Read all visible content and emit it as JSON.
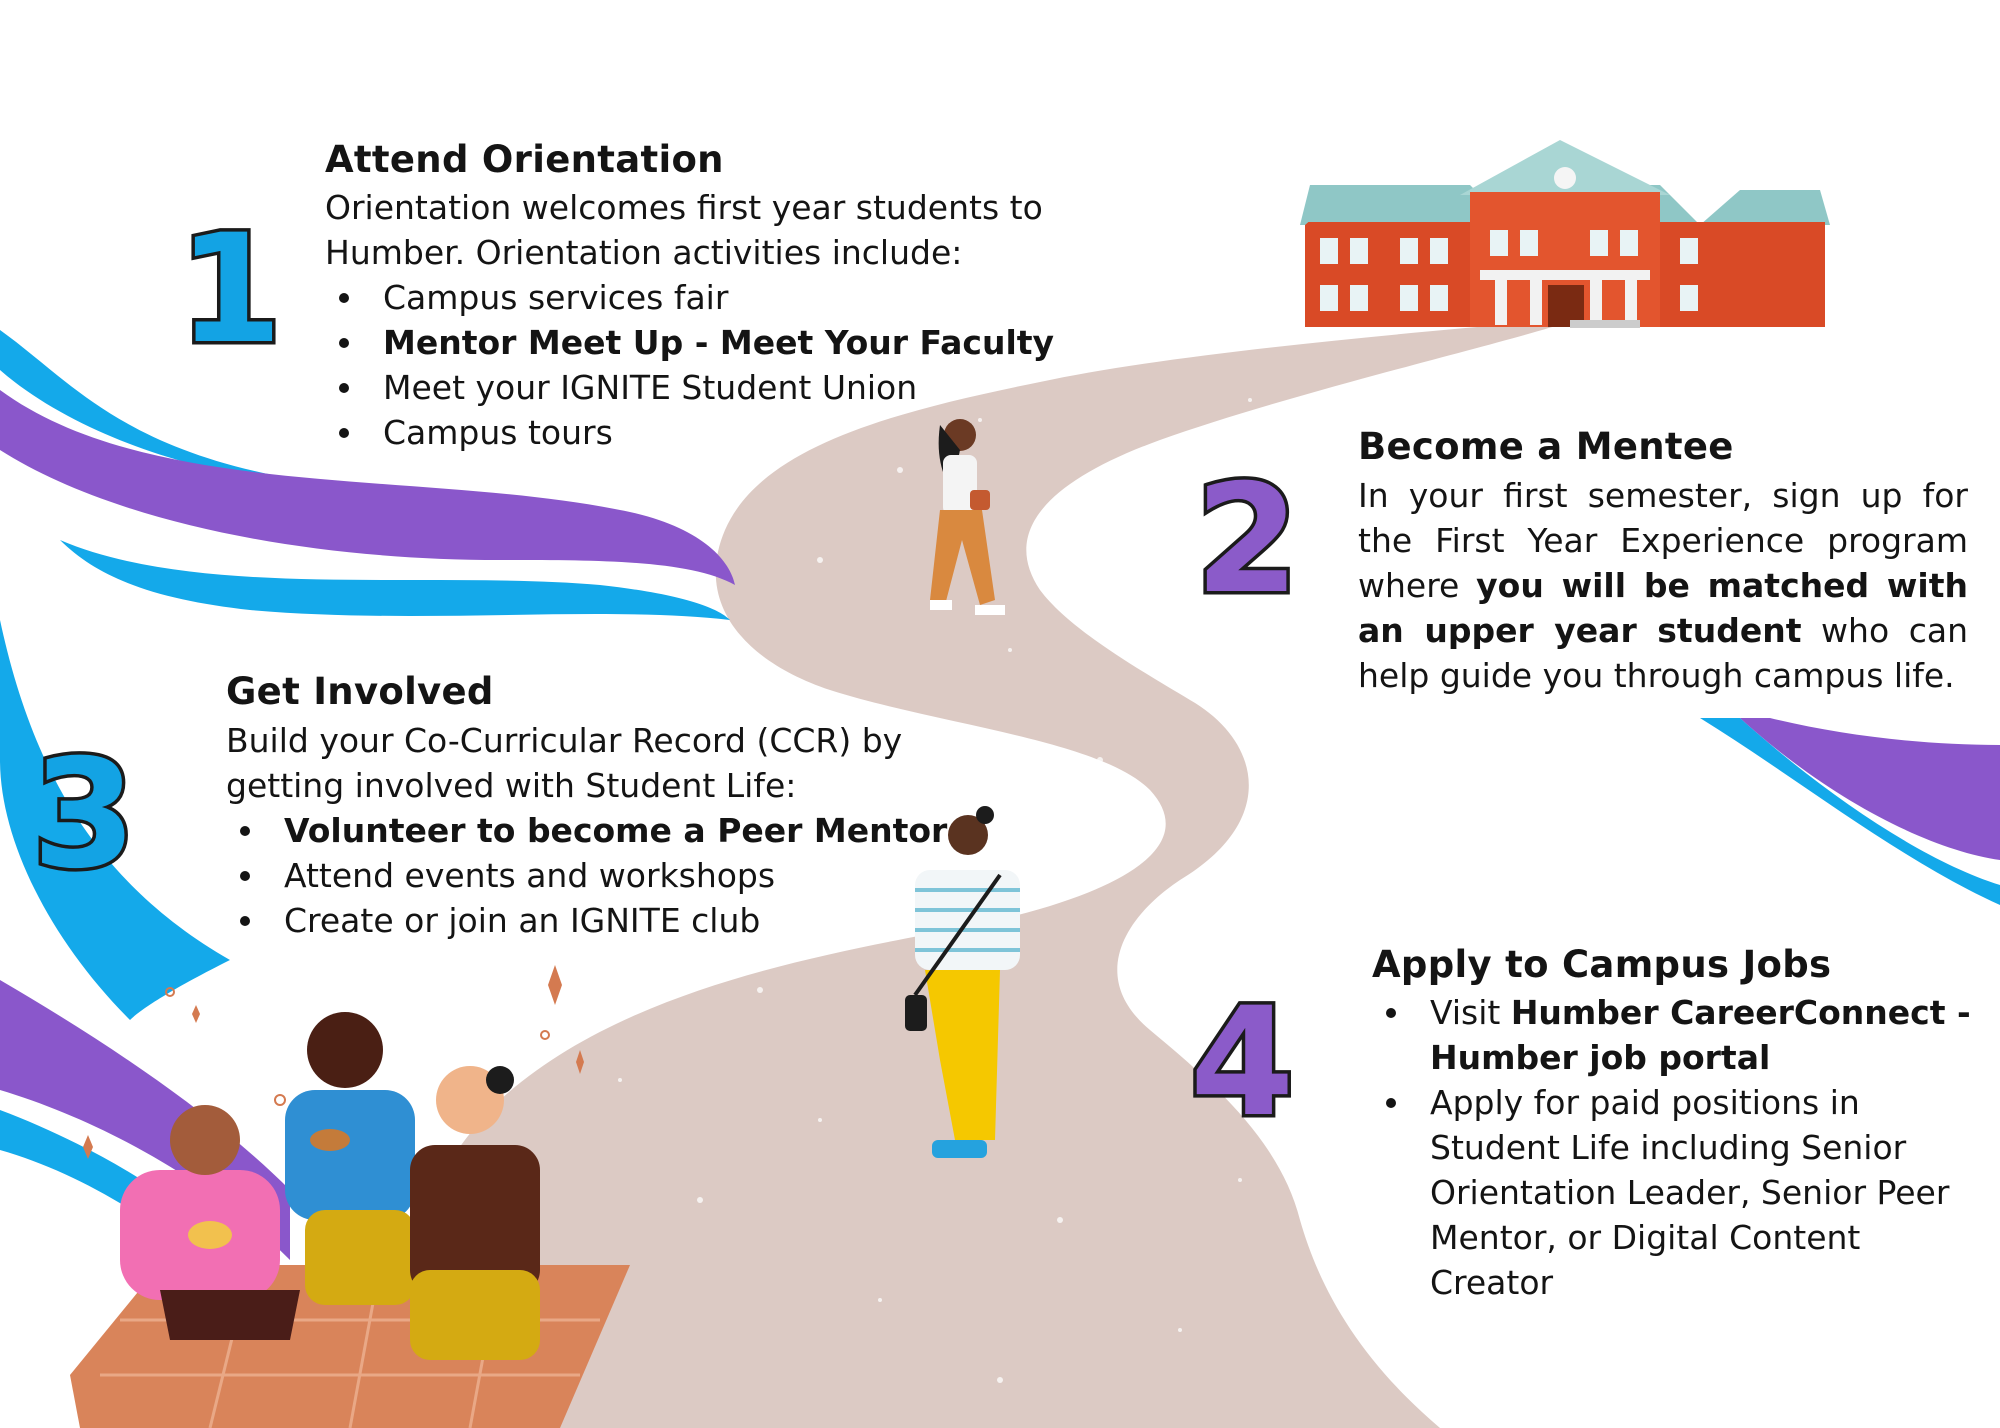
{
  "colors": {
    "path": "#dccac4",
    "blue_wave": "#14a9ea",
    "purple_wave": "#8a57cb",
    "num_blue": "#13a3e4",
    "num_purple": "#8b5bc9",
    "building_brick": "#d94a26",
    "building_roof": "#8fc7c6"
  },
  "icons": [
    "university-building-illustration",
    "walking-student-illustration",
    "picnic-students-illustration",
    "sparkle-icon"
  ],
  "steps": [
    {
      "number": "1",
      "title": "Attend Orientation",
      "intro": "Orientation welcomes first year students to Humber. Orientation activities include:",
      "bullets": [
        "Campus services fair",
        "Mentor Meet Up - Meet Your Faculty",
        "Meet your IGNITE Student Union",
        "Campus tours"
      ]
    },
    {
      "number": "2",
      "title": "Become a Mentee",
      "body_start": "In your first semester, sign up for the First Year Experience program where ",
      "body_bold": "you will be matched with an upper year student",
      "body_end": " who can help guide you through campus life."
    },
    {
      "number": "3",
      "title": "Get Involved",
      "intro": "Build your Co-Curricular Record (CCR) by getting involved with Student Life:",
      "bullets": [
        "Volunteer to become a Peer Mentor",
        "Attend events and workshops",
        "Create or join an IGNITE club"
      ]
    },
    {
      "number": "4",
      "title": "Apply to Campus Jobs",
      "bullet1_prefix": "Visit ",
      "bullet1_bold": "Humber CareerConnect - Humber job portal",
      "bullet2": "Apply for paid positions in Student Life including Senior Orientation Leader, Senior Peer Mentor, or Digital Content Creator"
    }
  ]
}
